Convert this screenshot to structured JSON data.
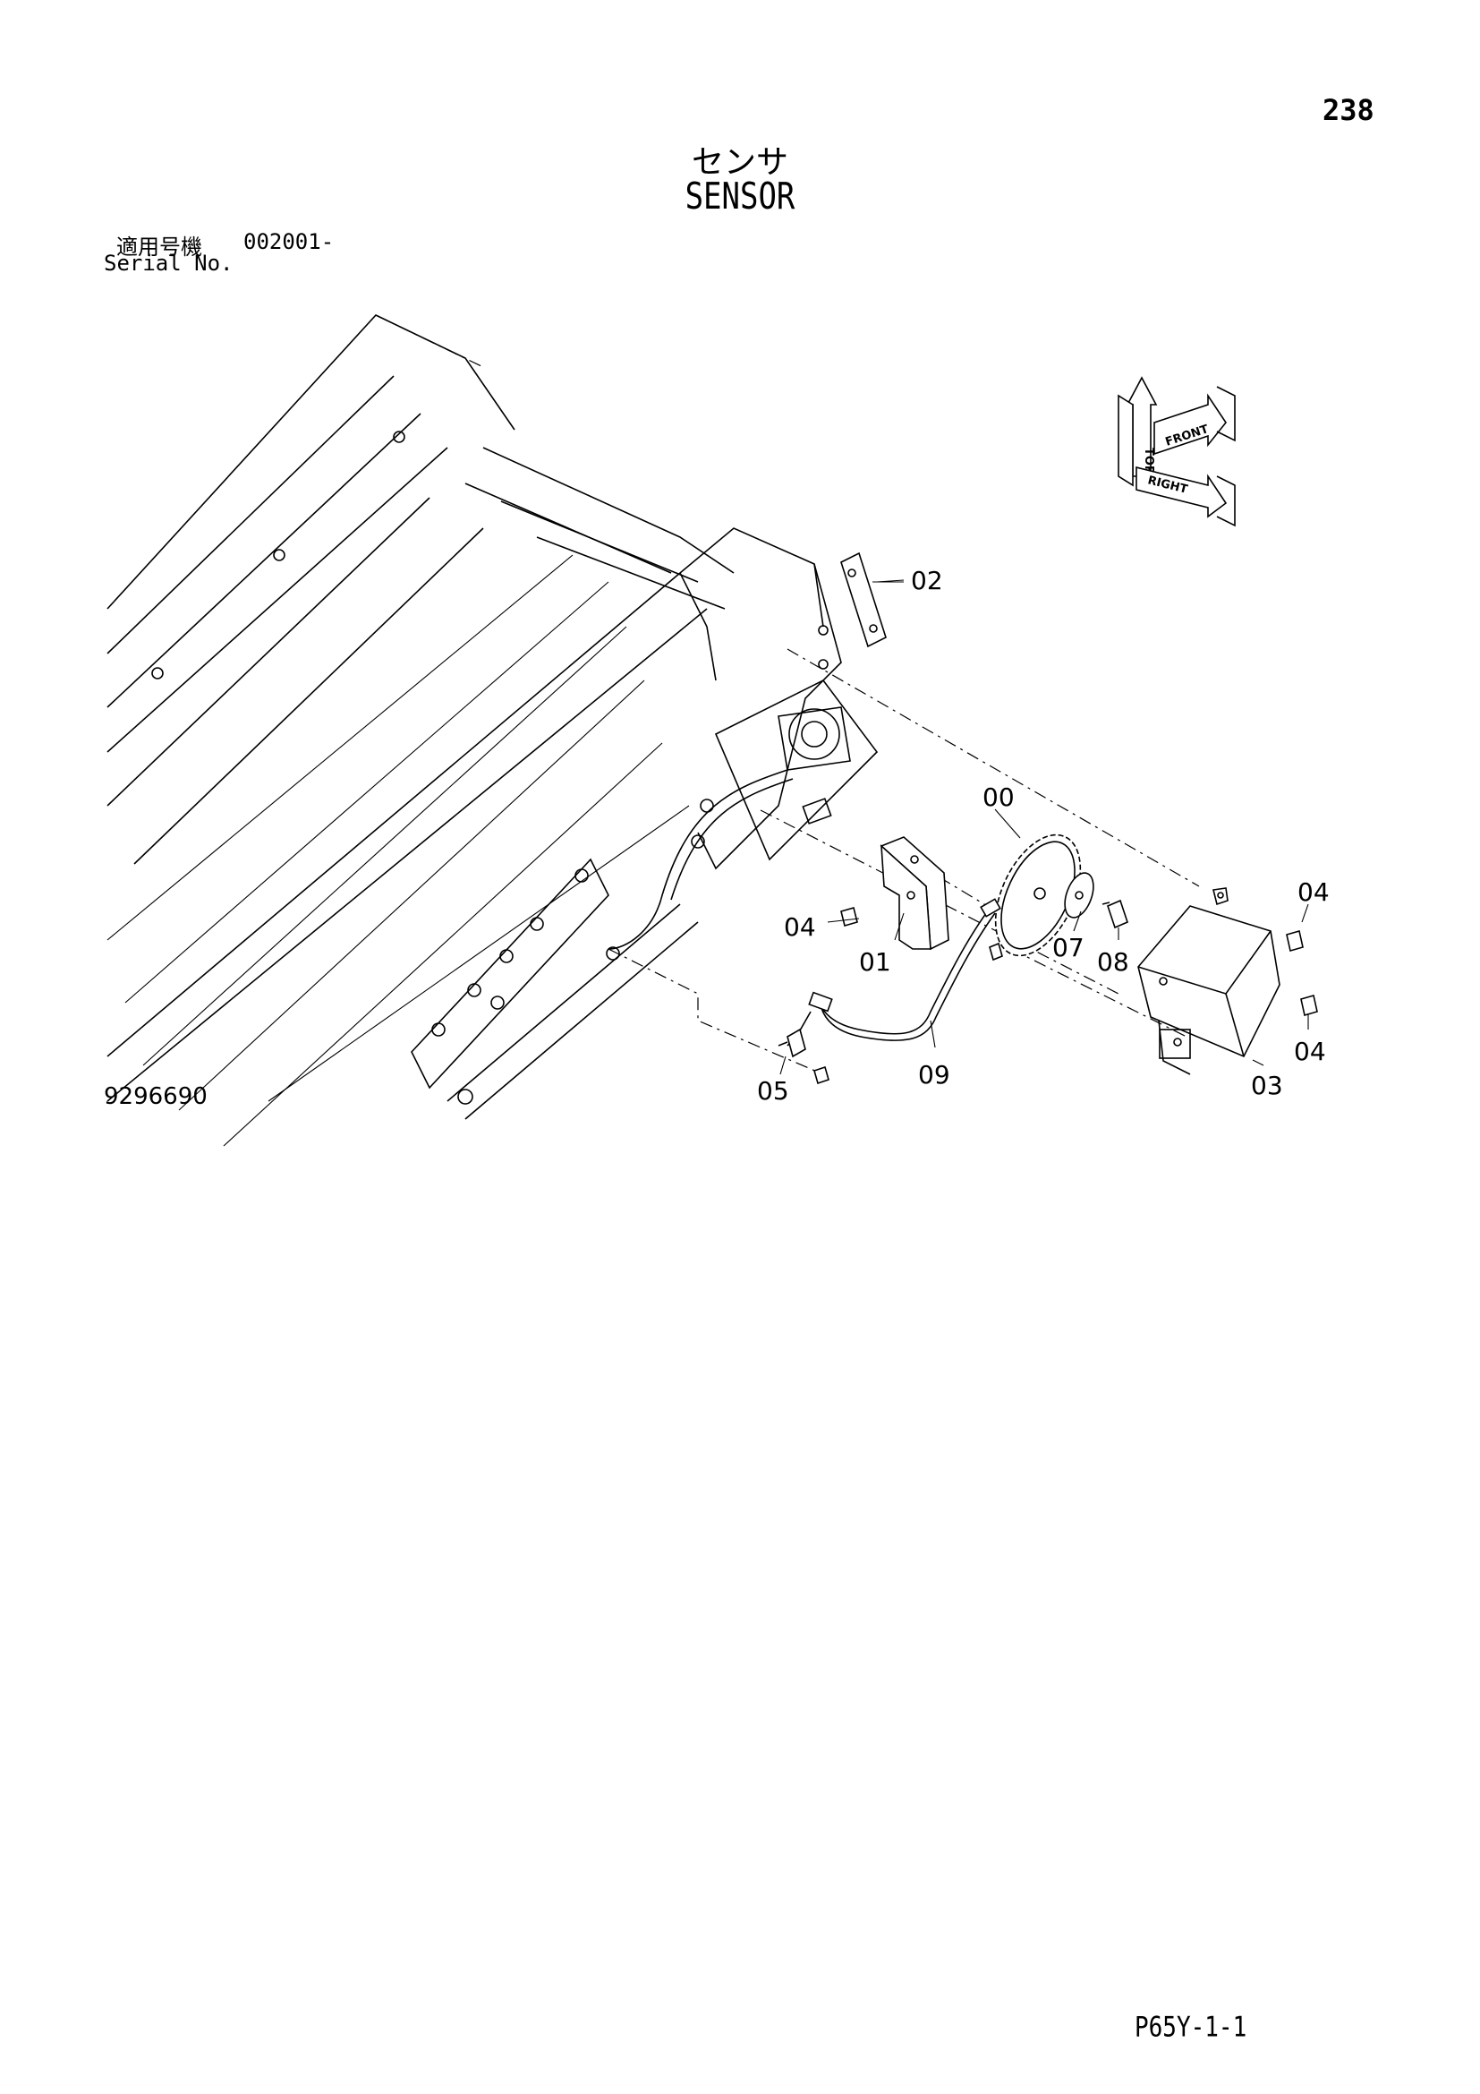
{
  "page": {
    "page_number": "238",
    "title_jp": "センサ",
    "title_en": "SENSOR",
    "serial_label_jp": "適用号機",
    "serial_value": "002001-",
    "serial_label_en": "Serial No.",
    "figure_number": "9296690",
    "page_code": "P65Y-1-1"
  },
  "orientation_indicator": {
    "labels": [
      "TOP",
      "FRONT",
      "RIGHT"
    ]
  },
  "callouts": {
    "c00": "00",
    "c01": "01",
    "c02": "02",
    "c03": "03",
    "c04a": "04",
    "c04b": "04",
    "c04c": "04",
    "c05": "05",
    "c07": "07",
    "c08": "08",
    "c09": "09"
  }
}
